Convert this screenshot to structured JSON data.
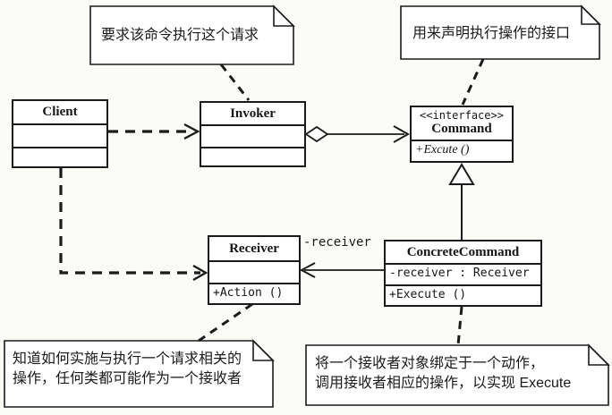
{
  "diagram": {
    "classes": {
      "client": {
        "name": "Client"
      },
      "invoker": {
        "name": "Invoker"
      },
      "command": {
        "stereotype": "<<interface>>",
        "name": "Command",
        "methods": [
          "+Excute ()"
        ]
      },
      "receiver": {
        "name": "Receiver",
        "methods": [
          "+Action ()"
        ]
      },
      "concrete_command": {
        "name": "ConcreteCommand",
        "attributes": [
          "-receiver : Receiver"
        ],
        "methods": [
          "+Execute ()"
        ]
      }
    },
    "edge_labels": {
      "receiver_role": "-receiver"
    },
    "notes": {
      "invoker_note": {
        "text": "要求该命令执行这个请求"
      },
      "command_note": {
        "text": "用来声明执行操作的接口"
      },
      "receiver_note": {
        "line1": "知道如何实施与执行一个请求相关的",
        "line2": "操作，任何类都可能作为一个接收者"
      },
      "concrete_command_note": {
        "line1": "将一个接收者对象绑定于一个动作，",
        "line2": "调用接收者相应的操作，以实现 Execute"
      }
    },
    "colors": {
      "line": "#1b1b1b",
      "fill": "#ffffff",
      "background": "#fbfbf8"
    }
  }
}
